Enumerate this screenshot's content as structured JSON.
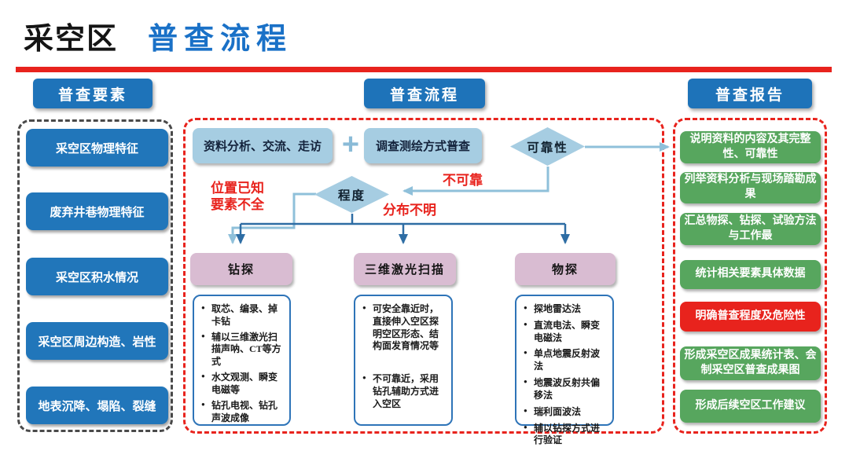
{
  "title": {
    "prefix": "采空区",
    "main": "普查流程"
  },
  "headers": {
    "elements": "普查要素",
    "process": "普查流程",
    "report": "普查报告"
  },
  "elements_panel": {
    "items": [
      "采空区物理特征",
      "废弃井巷物理特征",
      "采空区积水情况",
      "采空区周边构造、岩性",
      "地表沉降、塌陷、裂缝"
    ]
  },
  "process_panel": {
    "analysis_box": "资料分析、交流、走访",
    "plus_sign": "+",
    "survey_box": "调查测绘方式普查",
    "reliability_diamond": "可靠性",
    "degree_diamond": "程度",
    "labels": {
      "unreliable": "不可靠",
      "position_known_line1": "位置已知",
      "position_known_line2": "要素不全",
      "distribution_unknown": "分布不明"
    },
    "methods": [
      {
        "name": "钻探",
        "bullets": [
          "取芯、编录、掉卡钻",
          "辅以三维激光扫描声呐、CT等方式",
          "水文观测、瞬变电磁等",
          "钻孔电视、钻孔声波成像"
        ]
      },
      {
        "name": "三维激光扫描",
        "bullets": [
          "可安全靠近时，直接伸入空区探明空区形态、结构面发育情况等",
          "不可靠近，采用钻孔辅助方式进入空区"
        ]
      },
      {
        "name": "物探",
        "bullets": [
          "探地雷达法",
          "直流电法、瞬变电磁法",
          "单点地震反射波法",
          "地震波反射共偏移法",
          "瑞利面波法",
          "辅以钻探方式进行验证"
        ]
      }
    ]
  },
  "report_panel": {
    "items": [
      {
        "text": "说明资料的内容及其完整性、可靠性",
        "type": "green"
      },
      {
        "text": "列举资料分析与现场踏勘成果",
        "type": "green"
      },
      {
        "text": "汇总物探、钻探、试验方法与工作最",
        "type": "green"
      },
      {
        "text": "统计相关要素具体数据",
        "type": "green"
      },
      {
        "text": "明确普查程度及危险性",
        "type": "red"
      },
      {
        "text": "形成采空区成果统计表、会制采空区普查成果图",
        "type": "green"
      },
      {
        "text": "形成后续空区工作建议",
        "type": "green"
      }
    ]
  },
  "colors": {
    "accent_blue": "#1e73b9",
    "title_blue": "#1a71c7",
    "light_blue": "#a6cde2",
    "pink": "#d9bcd2",
    "green": "#57a65e",
    "red": "#e8231d",
    "arrow_light": "#8fc0da",
    "arrow_dark": "#2e6da4",
    "dash_gray": "#4a4a4a"
  }
}
